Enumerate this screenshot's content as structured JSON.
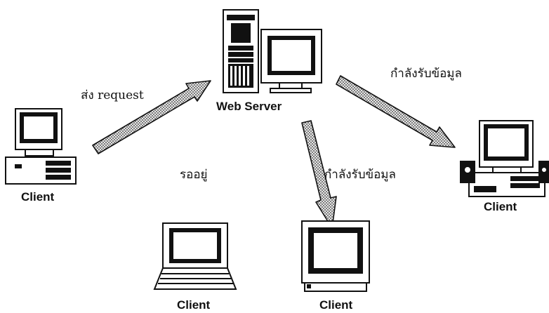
{
  "diagram": {
    "nodes": {
      "server": {
        "label": "Web Server",
        "icon": "web-server-icon"
      },
      "client_left": {
        "label": "Client",
        "icon": "desktop-computer-icon"
      },
      "client_right": {
        "label": "Client",
        "icon": "desktop-computer-with-speakers-icon"
      },
      "client_bottom_left": {
        "label": "Client",
        "icon": "laptop-computer-icon"
      },
      "client_bottom_right": {
        "label": "Client",
        "icon": "monitor-icon"
      }
    },
    "edges": [
      {
        "from": "client_left",
        "to": "server",
        "label": "ส่ง request"
      },
      {
        "from": "server",
        "to": "client_right",
        "label": "กำลังรับข้อมูล"
      },
      {
        "from": "server",
        "to": "client_bottom_right",
        "label": "กำลังรับข้อมูล"
      }
    ],
    "annotations": {
      "waiting": "รออยู่"
    },
    "colors": {
      "line": "#111111",
      "arrow_fill": "#d9d9d9",
      "background": "#ffffff"
    }
  }
}
